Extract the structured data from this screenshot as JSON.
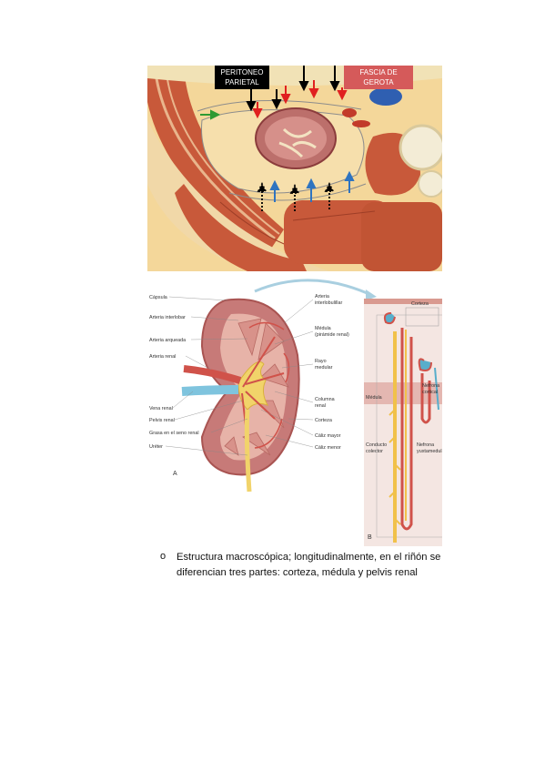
{
  "top_figure": {
    "label_peritoneo_line1": "PERITONEO",
    "label_peritoneo_line2": "PARIETAL",
    "label_fascia_line1": "FASCIA DE",
    "label_fascia_line2": "GEROTA"
  },
  "bottom_figure": {
    "panel_a": "A",
    "panel_b": "B",
    "left_labels": [
      "Cápsula",
      "Arteria interlobar",
      "Arteria arqueada",
      "Arteria renal",
      "Vena renal",
      "Pelvis renal",
      "Grasa en el seno renal",
      "Uréter"
    ],
    "right_labels": [
      "Arteria",
      "interlobulillar",
      "Médula",
      "(pirámide renal)",
      "Rayo",
      "medular",
      "Columna",
      "renal",
      "Corteza",
      "Cáliz mayor",
      "Cáliz menor"
    ],
    "nephron_labels": {
      "corteza": "Corteza",
      "medula": "Médula",
      "nefrona_cortical_1": "Nefrona",
      "nefrona_cortical_2": "cortical",
      "conducto_1": "Conducto",
      "conducto_2": "colector",
      "nefrona_yux_1": "Nefrona",
      "nefrona_yux_2": "yuxtamedular"
    }
  },
  "caption": {
    "bullet": "o",
    "line1": "Estructura macroscópica; longitudinalmente, en el riñón se",
    "line2": "diferencian tres partes: corteza, médula y pelvis renal"
  }
}
